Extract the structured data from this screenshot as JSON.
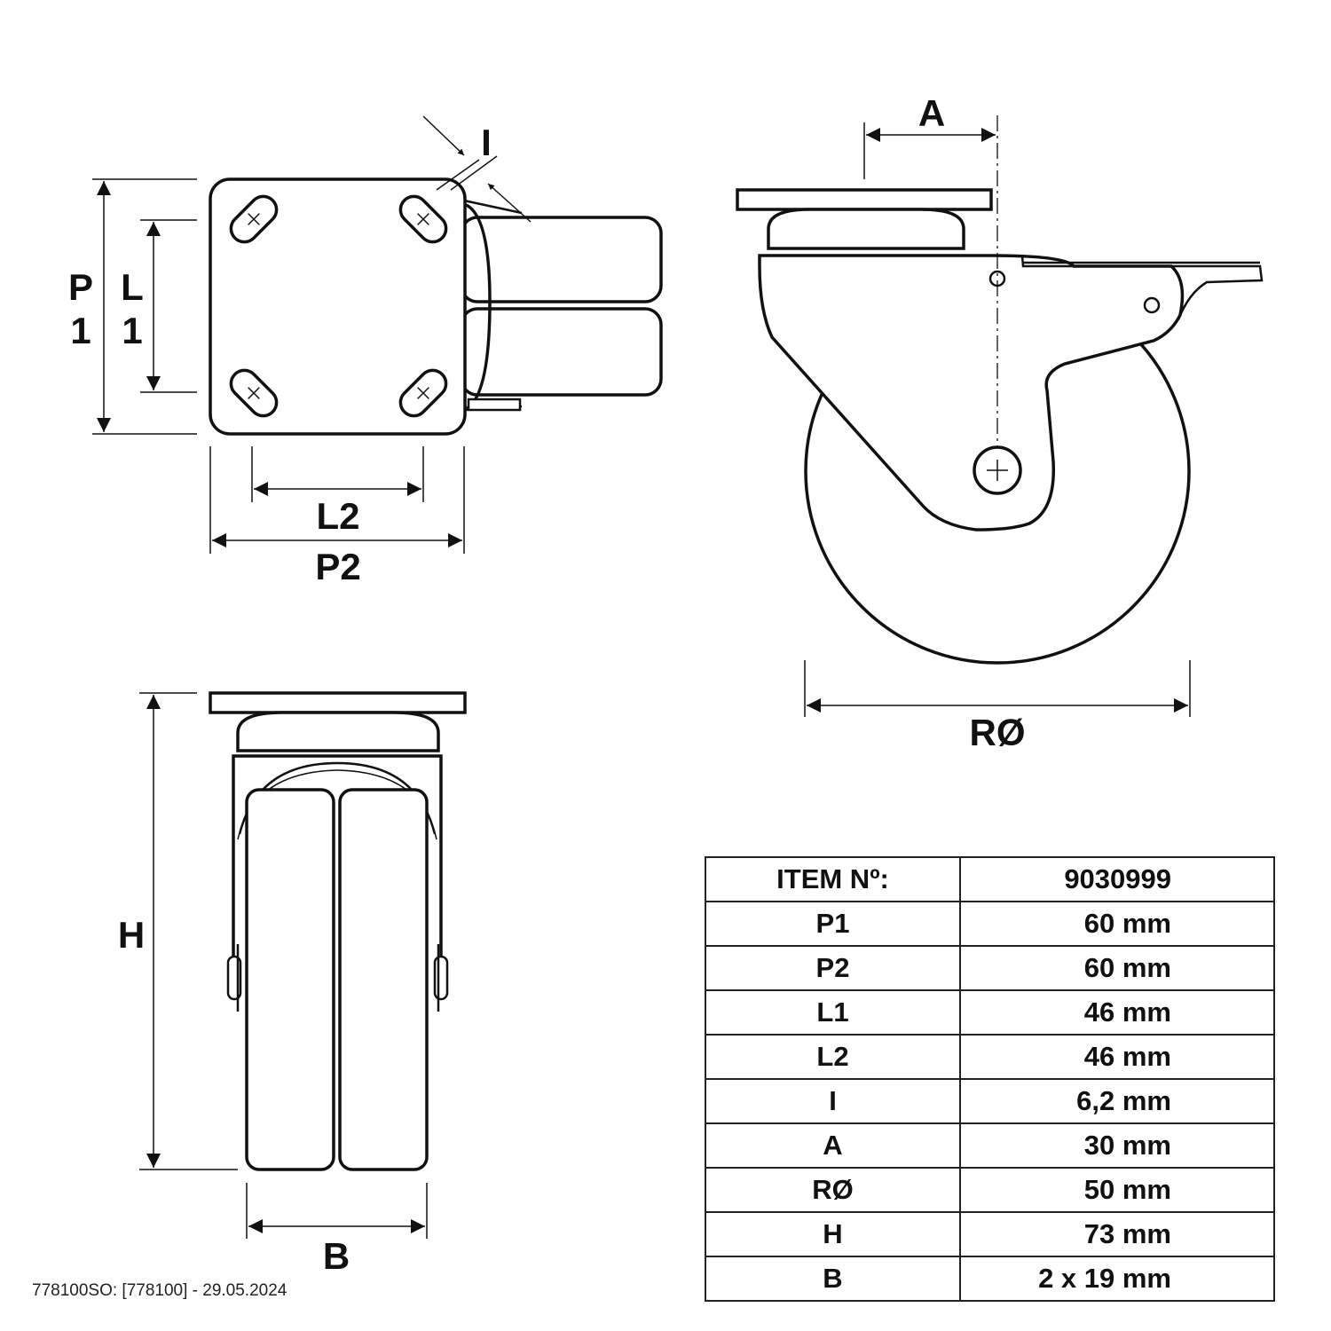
{
  "labels": {
    "p1": [
      "P",
      "1"
    ],
    "l1": [
      "L",
      "1"
    ],
    "l2": "L2",
    "p2": "P2",
    "i": "I",
    "a": "A",
    "r": "RØ",
    "h": "H",
    "b": "B"
  },
  "spec_table": [
    {
      "key": "ITEM Nº:",
      "value": "9030999"
    },
    {
      "key": "P1",
      "value": "60 mm"
    },
    {
      "key": "P2",
      "value": "60 mm"
    },
    {
      "key": "L1",
      "value": "46 mm"
    },
    {
      "key": "L2",
      "value": "46 mm"
    },
    {
      "key": "I",
      "value": "6,2 mm"
    },
    {
      "key": "A",
      "value": "30 mm"
    },
    {
      "key": "RØ",
      "value": "50 mm"
    },
    {
      "key": "H",
      "value": "73 mm"
    },
    {
      "key": "B",
      "value": "2 x 19 mm"
    }
  ],
  "footer": "778100SO: [778100] - 29.05.2024"
}
